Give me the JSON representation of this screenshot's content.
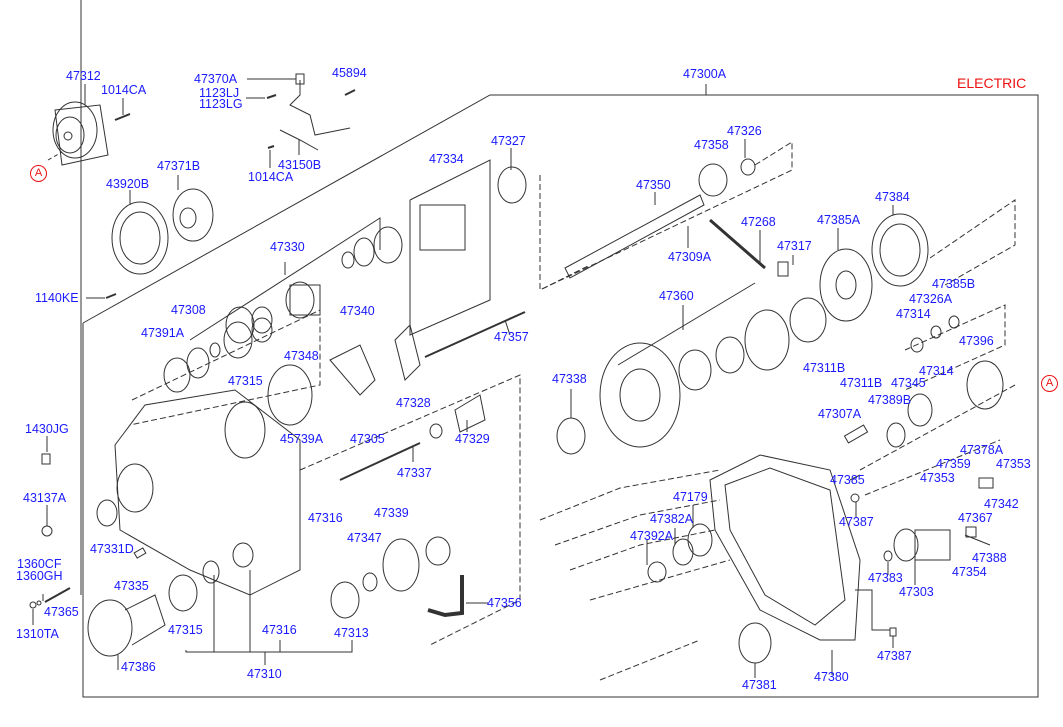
{
  "diagram": {
    "title_tag": "ELECTRIC",
    "assembly_label": "47300A",
    "reference_marker": "A",
    "colors": {
      "part_label": "#1a1aff",
      "callout": "#ee1111",
      "line_art": "#333333"
    },
    "parts": [
      {
        "id": "p1",
        "no": "47312"
      },
      {
        "id": "p2",
        "no": "1014CA"
      },
      {
        "id": "p3",
        "no": "47370A"
      },
      {
        "id": "p4",
        "no": "1123LJ"
      },
      {
        "id": "p5",
        "no": "1123LG"
      },
      {
        "id": "p6",
        "no": "45894"
      },
      {
        "id": "p7",
        "no": "47300A"
      },
      {
        "id": "p8",
        "no": "43150B"
      },
      {
        "id": "p9",
        "no": "1014CA"
      },
      {
        "id": "p10",
        "no": "47371B"
      },
      {
        "id": "p11",
        "no": "43920B"
      },
      {
        "id": "p12",
        "no": "1140KE"
      },
      {
        "id": "p13",
        "no": "47327"
      },
      {
        "id": "p14",
        "no": "47334"
      },
      {
        "id": "p15",
        "no": "47330"
      },
      {
        "id": "p16",
        "no": "47326"
      },
      {
        "id": "p17",
        "no": "47358"
      },
      {
        "id": "p18",
        "no": "47350"
      },
      {
        "id": "p19",
        "no": "47309A"
      },
      {
        "id": "p20",
        "no": "47268"
      },
      {
        "id": "p21",
        "no": "47317"
      },
      {
        "id": "p22",
        "no": "47385A"
      },
      {
        "id": "p23",
        "no": "47384"
      },
      {
        "id": "p24",
        "no": "47385B"
      },
      {
        "id": "p25",
        "no": "47326A"
      },
      {
        "id": "p26",
        "no": "47314"
      },
      {
        "id": "p27",
        "no": "47396"
      },
      {
        "id": "p28",
        "no": "47308"
      },
      {
        "id": "p29",
        "no": "47391A"
      },
      {
        "id": "p30",
        "no": "47340"
      },
      {
        "id": "p31",
        "no": "47357"
      },
      {
        "id": "p32",
        "no": "47348"
      },
      {
        "id": "p33",
        "no": "47315"
      },
      {
        "id": "p34",
        "no": "47328"
      },
      {
        "id": "p35",
        "no": "45739A"
      },
      {
        "id": "p36",
        "no": "47305"
      },
      {
        "id": "p37",
        "no": "47329"
      },
      {
        "id": "p38",
        "no": "47337"
      },
      {
        "id": "p39",
        "no": "47360"
      },
      {
        "id": "p40",
        "no": "47338"
      },
      {
        "id": "p41",
        "no": "47311B"
      },
      {
        "id": "p42",
        "no": "47311B"
      },
      {
        "id": "p43",
        "no": "47345"
      },
      {
        "id": "p44",
        "no": "47314"
      },
      {
        "id": "p45",
        "no": "47389B"
      },
      {
        "id": "p46",
        "no": "47307A"
      },
      {
        "id": "p47",
        "no": "1430JG"
      },
      {
        "id": "p48",
        "no": "43137A"
      },
      {
        "id": "p49",
        "no": "47331D"
      },
      {
        "id": "p50",
        "no": "1360CF"
      },
      {
        "id": "p51",
        "no": "1360GH"
      },
      {
        "id": "p52",
        "no": "47365"
      },
      {
        "id": "p53",
        "no": "1310TA"
      },
      {
        "id": "p54",
        "no": "47335"
      },
      {
        "id": "p55",
        "no": "47386"
      },
      {
        "id": "p56",
        "no": "47315"
      },
      {
        "id": "p57",
        "no": "47316"
      },
      {
        "id": "p58",
        "no": "47310"
      },
      {
        "id": "p59",
        "no": "47316"
      },
      {
        "id": "p60",
        "no": "47339"
      },
      {
        "id": "p61",
        "no": "47347"
      },
      {
        "id": "p62",
        "no": "47356"
      },
      {
        "id": "p63",
        "no": "47313"
      },
      {
        "id": "p64",
        "no": "47179"
      },
      {
        "id": "p65",
        "no": "47382A"
      },
      {
        "id": "p66",
        "no": "47392A"
      },
      {
        "id": "p67",
        "no": "47381"
      },
      {
        "id": "p68",
        "no": "47380"
      },
      {
        "id": "p69",
        "no": "47385"
      },
      {
        "id": "p70",
        "no": "47387"
      },
      {
        "id": "p71",
        "no": "47387"
      },
      {
        "id": "p72",
        "no": "47378A"
      },
      {
        "id": "p73",
        "no": "47359"
      },
      {
        "id": "p74",
        "no": "47353"
      },
      {
        "id": "p75",
        "no": "47353"
      },
      {
        "id": "p76",
        "no": "47342"
      },
      {
        "id": "p77",
        "no": "47367"
      },
      {
        "id": "p78",
        "no": "47388"
      },
      {
        "id": "p79",
        "no": "47354"
      },
      {
        "id": "p80",
        "no": "47383"
      },
      {
        "id": "p81",
        "no": "47303"
      }
    ]
  }
}
